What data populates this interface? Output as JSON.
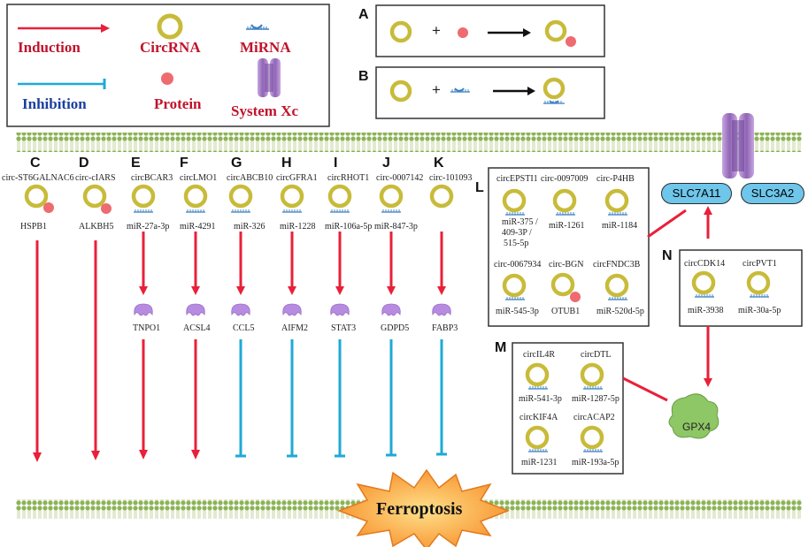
{
  "legend": {
    "induction": "Induction",
    "inhibition": "Inhibition",
    "circrna": "CircRNA",
    "protein": "Protein",
    "mirna": "MiRNA",
    "system_xc": "System Xc"
  },
  "panels": {
    "a": {
      "letter": "A",
      "plus": "+"
    },
    "b": {
      "letter": "B",
      "plus": "+"
    },
    "c": {
      "letter": "C",
      "circ": "circ-ST6GALNAC6",
      "target": "HSPB1"
    },
    "d": {
      "letter": "D",
      "circ": "circ-cIARS",
      "target": "ALKBH5"
    },
    "e": {
      "letter": "E",
      "circ": "circBCAR3",
      "mirna": "miR-27a-3p",
      "protein": "TNPO1"
    },
    "f": {
      "letter": "F",
      "circ": "circLMO1",
      "mirna": "miR-4291",
      "protein": "ACSL4"
    },
    "g": {
      "letter": "G",
      "circ": "circABCB10",
      "mirna": "miR-326",
      "protein": "CCL5"
    },
    "h": {
      "letter": "H",
      "circ": "circGFRA1",
      "mirna": "miR-1228",
      "protein": "AIFM2"
    },
    "i": {
      "letter": "I",
      "circ": "circRHOT1",
      "mirna": "miR-106a-5p",
      "protein": "STAT3"
    },
    "j": {
      "letter": "J",
      "circ": "circ-0007142",
      "mirna": "miR-847-3p",
      "protein": "GDPD5"
    },
    "k": {
      "letter": "K",
      "circ": "circ-101093",
      "protein": "FABP3"
    },
    "l": {
      "letter": "L",
      "items": [
        {
          "circ": "circEPSTI1",
          "mirna_1": "miR-375 /",
          "mirna_2": "409-3P /",
          "mirna_3": "515-5p"
        },
        {
          "circ": "circ-0097009",
          "mirna": "miR-1261"
        },
        {
          "circ": "circ-P4HB",
          "mirna": "miR-1184"
        },
        {
          "circ": "circ-0067934",
          "mirna": "miR-545-3p"
        },
        {
          "circ": "circ-BGN",
          "target": "OTUB1"
        },
        {
          "circ": "circFNDC3B",
          "mirna": "miR-520d-5p"
        }
      ]
    },
    "m": {
      "letter": "M",
      "items": [
        {
          "circ": "circIL4R",
          "mirna": "miR-541-3p"
        },
        {
          "circ": "circDTL",
          "mirna": "miR-1287-5p"
        },
        {
          "circ": "circKIF4A",
          "mirna": "miR-1231"
        },
        {
          "circ": "circACAP2",
          "mirna": "miR-193a-5p"
        }
      ]
    },
    "n": {
      "letter": "N",
      "items": [
        {
          "circ": "circCDK14",
          "mirna": "miR-3938"
        },
        {
          "circ": "circPVT1",
          "mirna": "miR-30a-5p"
        }
      ]
    }
  },
  "transporter": {
    "slc7a11": "SLC7A11",
    "slc3a2": "SLC3A2"
  },
  "gpx4": "GPX4",
  "ferroptosis": "Ferroptosis",
  "colors": {
    "induction": "#e8203a",
    "inhibition": "#1fa9d6",
    "circ_ring": "#c8bb3a",
    "protein_dot": "#ee6b6f",
    "mirna": "#3a7fc1",
    "membrane": "#8cb356",
    "slc_fill": "#6ec6ea",
    "transporter": "#a57fc4",
    "gpx4": "#8ec765",
    "ferroptosis_star": "#f7932f"
  }
}
